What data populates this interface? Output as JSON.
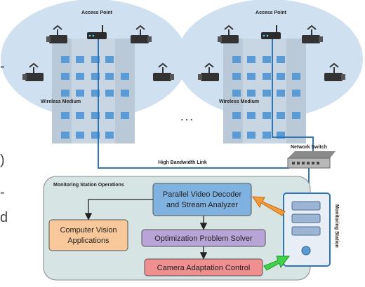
{
  "diagram": {
    "access_point_label": "Access Point",
    "wireless_medium_label": "Wireless Medium",
    "ellipsis": ". . .",
    "network_switch_label": "Network Switch",
    "link_label": "High Bandwidth Link",
    "station_title": "Monitoring Station Operations",
    "monitoring_station_label": "Monitoring Station",
    "boxes": {
      "decoder_line1": "Parallel Video Decoder",
      "decoder_line2": "and Stream Analyzer",
      "cv_line1": "Computer Vision",
      "cv_line2": "Applications",
      "solver": "Optimization Problem Solver",
      "camera": "Camera Adaptation Control"
    }
  },
  "side_fragments": [
    "-",
    ")",
    "-",
    "d"
  ],
  "colors": {
    "cloud": "#cfe0f0",
    "building": "#b9c9d8",
    "window": "#5b9bd5",
    "link": "#2e75b6",
    "station_bg": "#d6e4e4",
    "decoder": "#7fb2e0",
    "cv": "#f8c89a",
    "solver": "#b9a4d8",
    "camera": "#ef8f8f",
    "orange_arrow": "#f39b3c",
    "green_arrow": "#3fd24a"
  }
}
